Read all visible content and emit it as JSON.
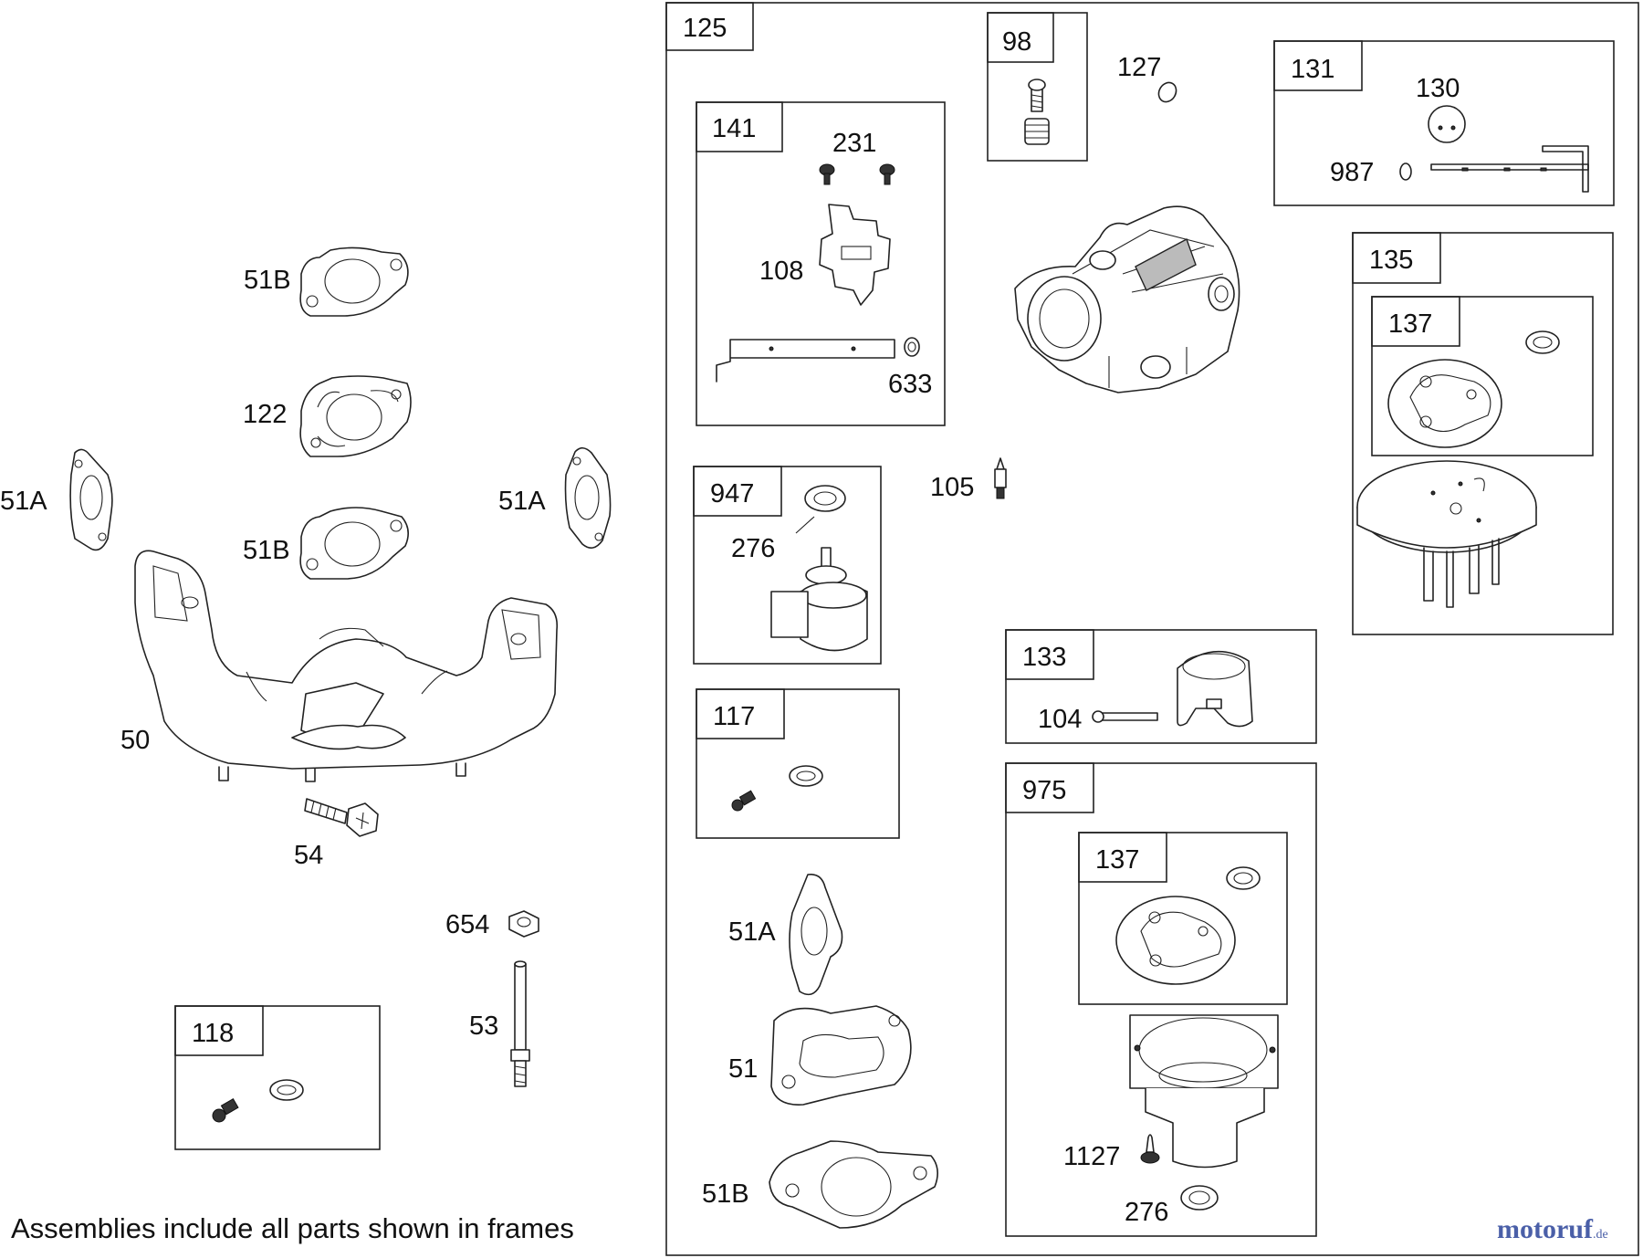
{
  "labels": {
    "l125": "125",
    "l98": "98",
    "l127": "127",
    "l131": "131",
    "l130": "130",
    "l987": "987",
    "l141": "141",
    "l231": "231",
    "l108": "108",
    "l633": "633",
    "l51B_top": "51B",
    "l122": "122",
    "l51A_left": "51A",
    "l51A_right": "51A",
    "l51B_mid": "51B",
    "l50": "50",
    "l54": "54",
    "l654": "654",
    "l53": "53",
    "l118": "118",
    "l135": "135",
    "l137_top": "137",
    "l947": "947",
    "l276_top": "276",
    "l105": "105",
    "l133": "133",
    "l104": "104",
    "l117": "117",
    "l975": "975",
    "l137_bottom": "137",
    "l51A_lower": "51A",
    "l51": "51",
    "l51B_lower": "51B",
    "l1127": "1127",
    "l276_bottom": "276"
  },
  "footnote": "Assemblies include all parts shown in frames",
  "watermark": {
    "main": "motoruf",
    "suffix": ".de"
  }
}
